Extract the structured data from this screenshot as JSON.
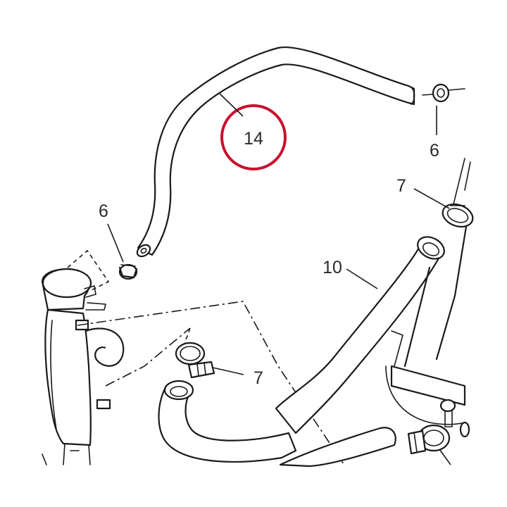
{
  "diagram": {
    "highlight_color": "#c8102e",
    "line_color": "#1a1a1a",
    "callouts": {
      "hose_top": "14",
      "clamp_left_top": "6",
      "clamp_right_top": "6",
      "clamp_right_upper": "7",
      "clamp_center": "7",
      "hose_long": "10"
    }
  }
}
